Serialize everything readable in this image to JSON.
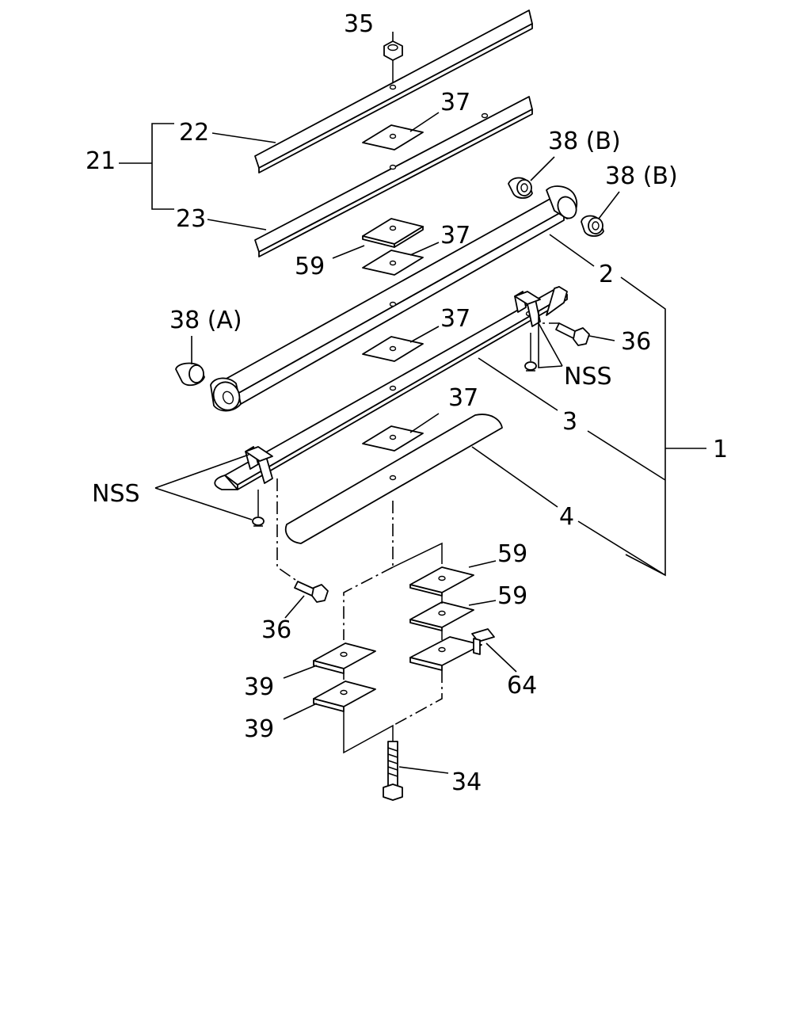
{
  "callouts": {
    "c35": "35",
    "c37a": "37",
    "c22": "22",
    "c21": "21",
    "c23": "23",
    "c38b1": "38 (B)",
    "c38b2": "38 (B)",
    "c59a": "59",
    "c37b": "37",
    "c2": "2",
    "c38a": "38 (A)",
    "c37c": "37",
    "c36a": "36",
    "nss1": "NSS",
    "c3": "3",
    "c37d": "37",
    "c1": "1",
    "nss2": "NSS",
    "c4": "4",
    "c59b": "59",
    "c59c": "59",
    "c36b": "36",
    "c39a": "39",
    "c64": "64",
    "c39b": "39",
    "c34": "34"
  }
}
